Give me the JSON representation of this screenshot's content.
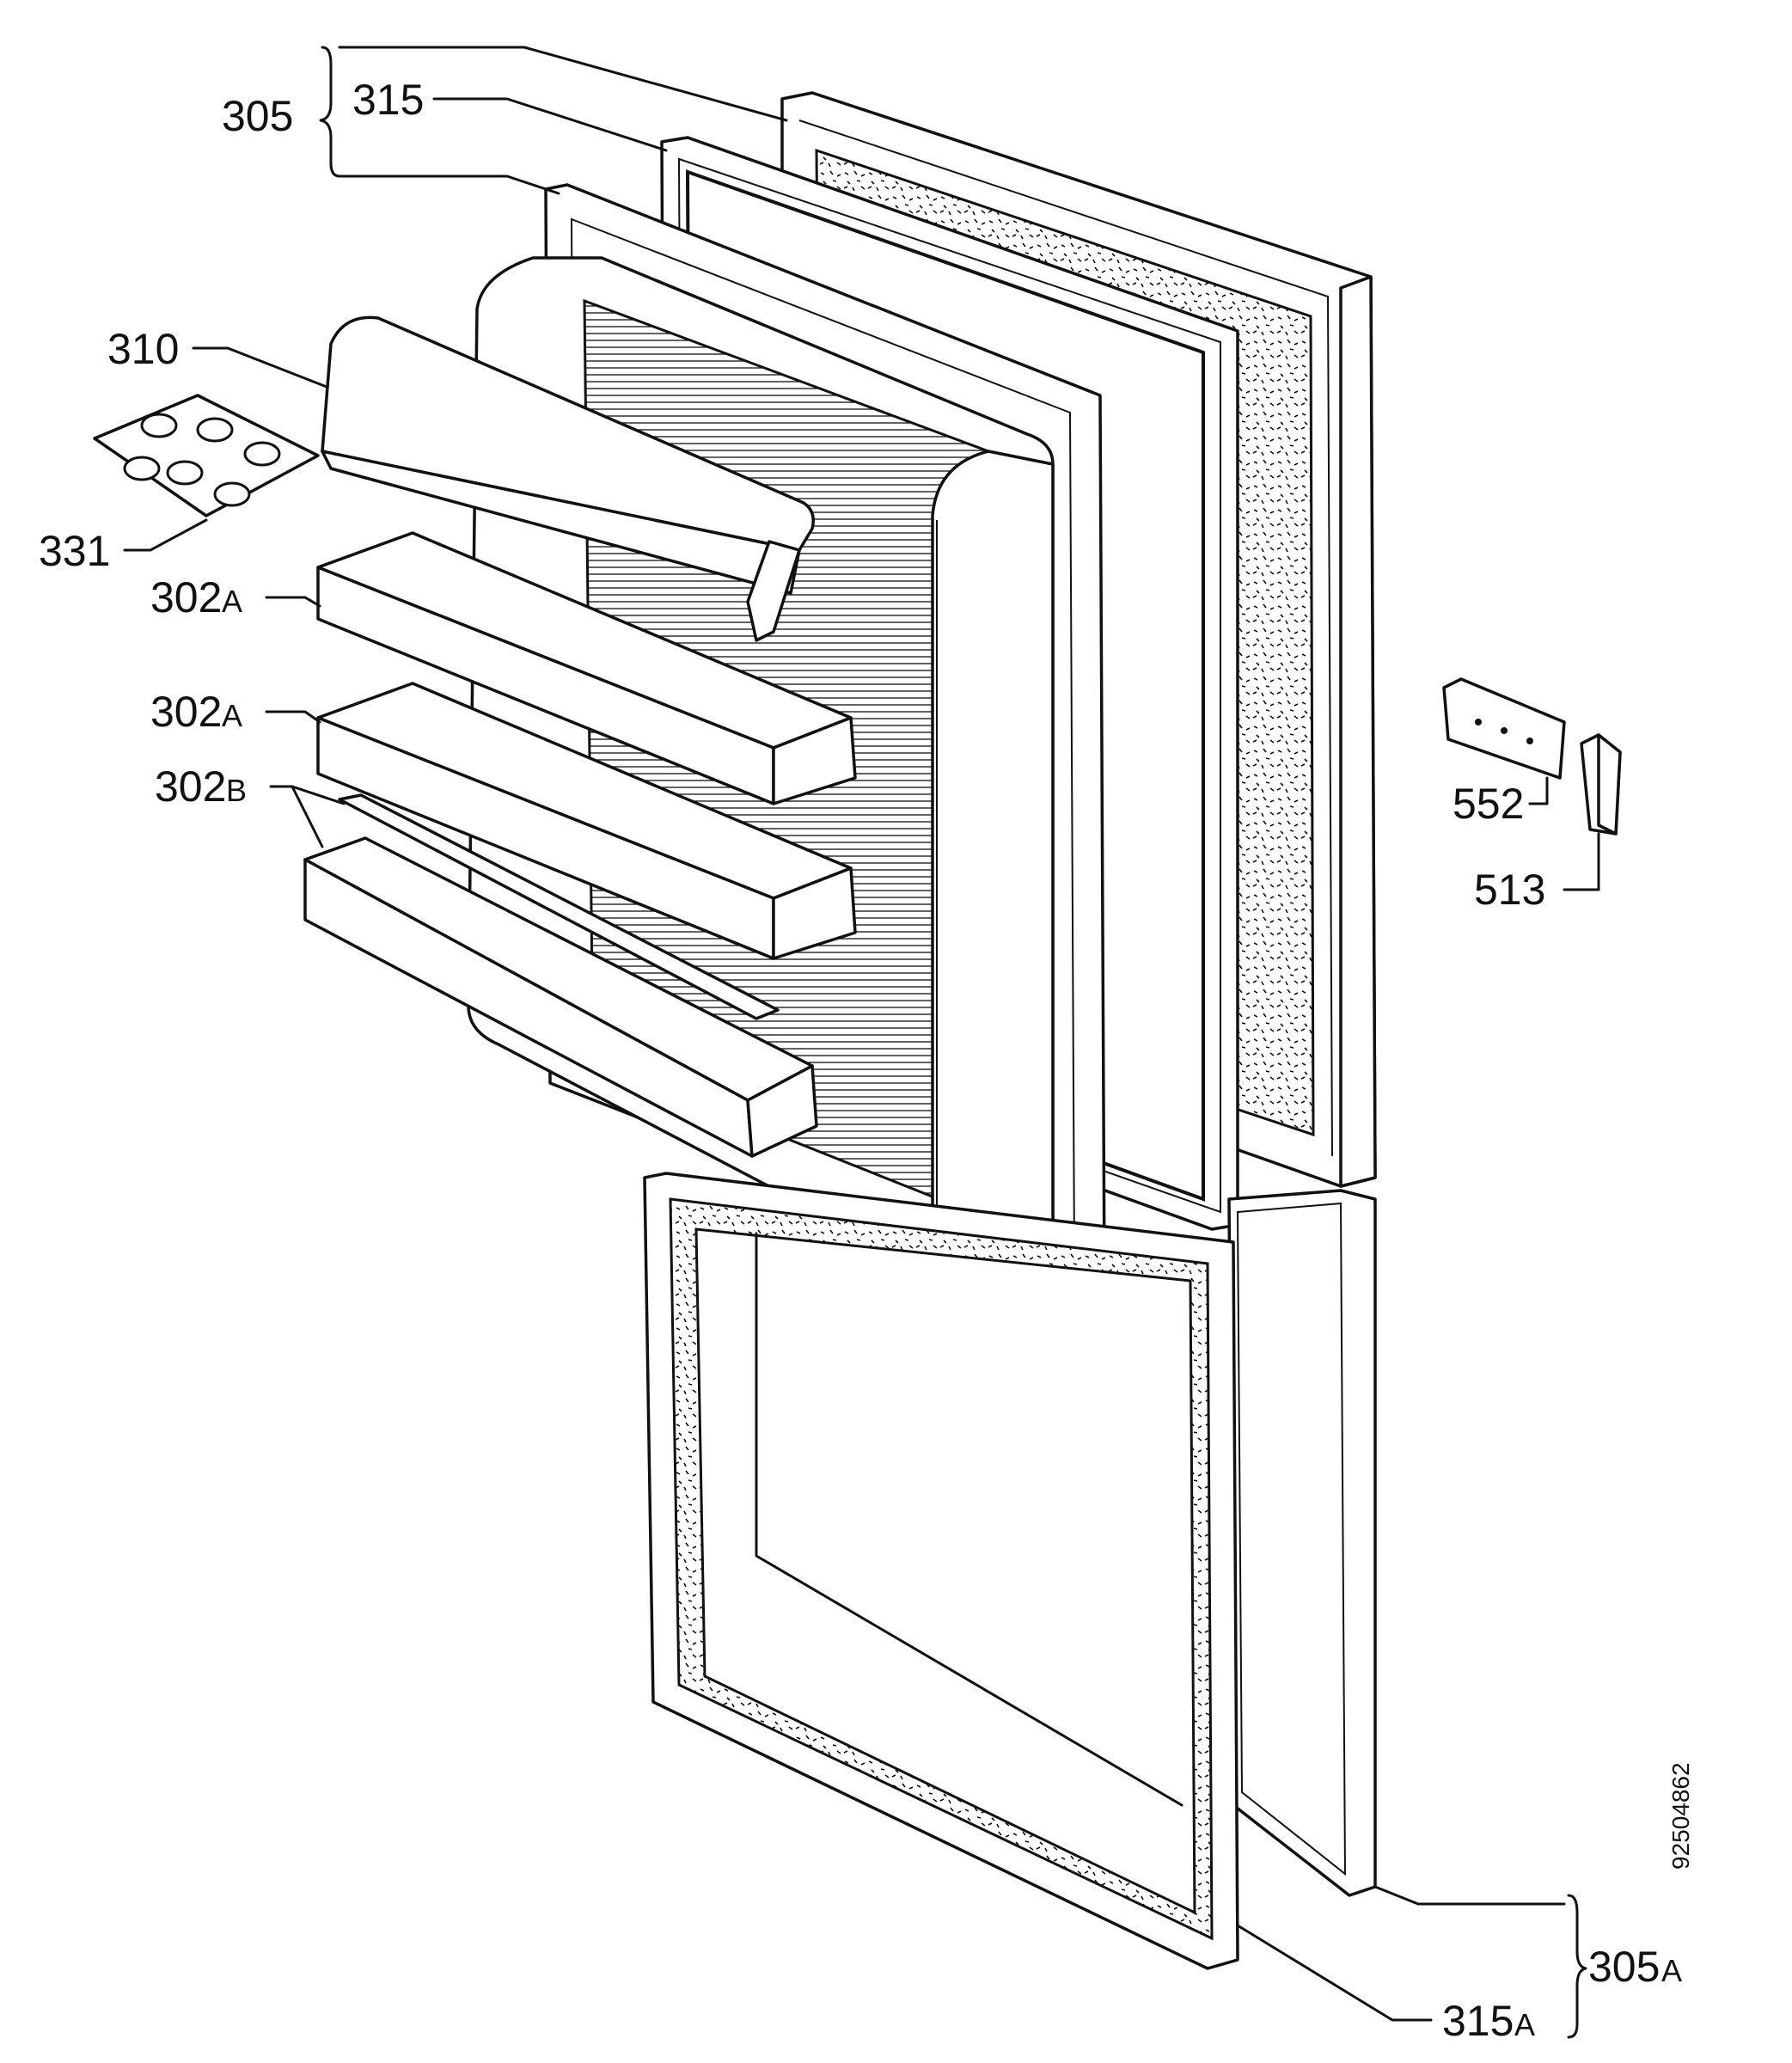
{
  "labels": {
    "door_assembly_upper": "305",
    "gasket_upper": "315",
    "upper_shelf_lid": "310",
    "egg_tray": "331",
    "door_shelf_a_1": "302",
    "door_shelf_a_1_suffix": "A",
    "door_shelf_a_2": "302",
    "door_shelf_a_2_suffix": "A",
    "bottle_shelf_b": "302",
    "bottle_shelf_b_suffix": "B",
    "hinge_plate": "552",
    "hinge_bracket": "513",
    "door_assembly_lower": "305",
    "door_assembly_lower_suffix": "A",
    "gasket_lower": "315",
    "gasket_lower_suffix": "A"
  },
  "document_number": "92504862"
}
